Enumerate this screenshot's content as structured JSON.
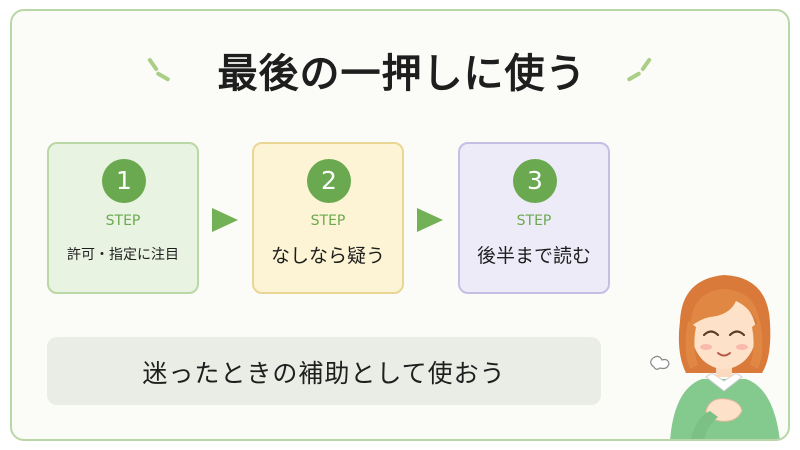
{
  "title": "最後の一押しに使う",
  "steps": [
    {
      "number": "1",
      "label": "STEP",
      "text": "許可・指定に注目"
    },
    {
      "number": "2",
      "label": "STEP",
      "text": "なしなら疑う"
    },
    {
      "number": "3",
      "label": "STEP",
      "text": "後半まで読む"
    }
  ],
  "summary": "迷ったときの補助として使おう",
  "colors": {
    "accent_green": "#6aa94f",
    "card1_bg": "#e9f3e2",
    "card2_bg": "#fcf4d4",
    "card3_bg": "#eeebf8",
    "frame_border": "#b9d7a6"
  },
  "illustration": "smiling-girl-hand-on-chest"
}
